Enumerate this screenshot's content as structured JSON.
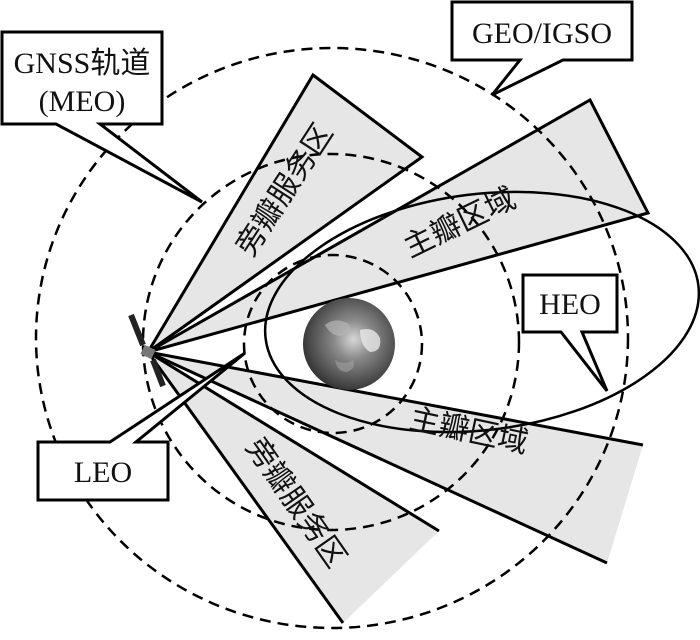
{
  "diagram": {
    "title": "Satellite antenna beam coverage of orbits",
    "orbits": [
      {
        "id": "geo",
        "label": "GEO/IGSO",
        "style": "dashed"
      },
      {
        "id": "meo",
        "label_line1": "GNSS轨道",
        "label_line2": "(MEO)",
        "style": "dashed"
      },
      {
        "id": "leo",
        "label": "LEO",
        "style": "dashed"
      },
      {
        "id": "heo",
        "label": "HEO",
        "style": "solid-ellipse"
      }
    ],
    "lobes": {
      "main_upper": "主瓣区域",
      "main_lower": "主瓣区域",
      "side_upper": "旁瓣服务区",
      "side_lower": "旁瓣服务区"
    },
    "colors": {
      "lobe_fill": "#e6e6e6",
      "line": "#000000",
      "background": "#ffffff"
    },
    "icons": {
      "satellite": "satellite-icon",
      "earth": "earth-icon"
    }
  }
}
